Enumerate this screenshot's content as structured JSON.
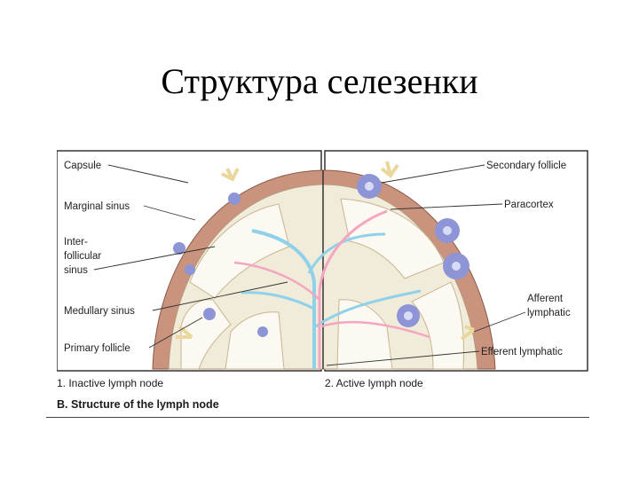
{
  "slide": {
    "title": "Структура селезенки"
  },
  "figure": {
    "labels_left": {
      "capsule": "Capsule",
      "marginal_sinus": "Marginal sinus",
      "interfollicular_sinus_1": "Inter-",
      "interfollicular_sinus_2": "follicular",
      "interfollicular_sinus_3": "sinus",
      "medullary_sinus": "Medullary sinus",
      "primary_follicle": "Primary follicle"
    },
    "labels_right": {
      "secondary_follicle": "Secondary follicle",
      "paracortex": "Paracortex",
      "afferent_lymphatic_1": "Afferent",
      "afferent_lymphatic_2": "lymphatic",
      "efferent_lymphatic": "Efferent lymphatic"
    },
    "captions": {
      "inactive": "1. Inactive lymph node",
      "active": "2. Active lymph node",
      "structure": "B. Structure of the lymph node"
    },
    "colors": {
      "capsule": "#c9937d",
      "cortex": "#f1ecd9",
      "follicle": "#8d95d6",
      "artery": "#f4a6c1",
      "vein": "#8fd0ea",
      "sinus_fill": "#fbf9f1"
    }
  }
}
